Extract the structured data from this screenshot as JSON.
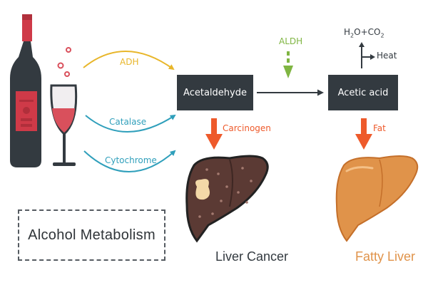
{
  "title": "Alcohol Metabolism",
  "enzymes": {
    "adh": "ADH",
    "catalase": "Catalase",
    "cytochrome": "Cytochrome",
    "aldh": "ALDH"
  },
  "nodes": {
    "acetaldehyde": "Acetaldehyde",
    "acetic_acid": "Acetic acid"
  },
  "products": {
    "h2o": "H",
    "h2o_sub": "2",
    "h2o_rest": "O+CO",
    "co2_sub": "2",
    "heat": "Heat"
  },
  "effects": {
    "carcinogen": "Carcinogen",
    "fat": "Fat"
  },
  "outcomes": {
    "liver_cancer": "Liver Cancer",
    "fatty_liver": "Fatty Liver"
  },
  "colors": {
    "adh": "#e8b62a",
    "catalase": "#2f9fbb",
    "cytochrome": "#2f9fbb",
    "aldh": "#7fb542",
    "down_arrow": "#ee5a2b",
    "box": "#333a40",
    "liver_dark": "#5b3a34",
    "liver_fatty": "#e0934a",
    "fatty_liver_text": "#e0934a"
  }
}
